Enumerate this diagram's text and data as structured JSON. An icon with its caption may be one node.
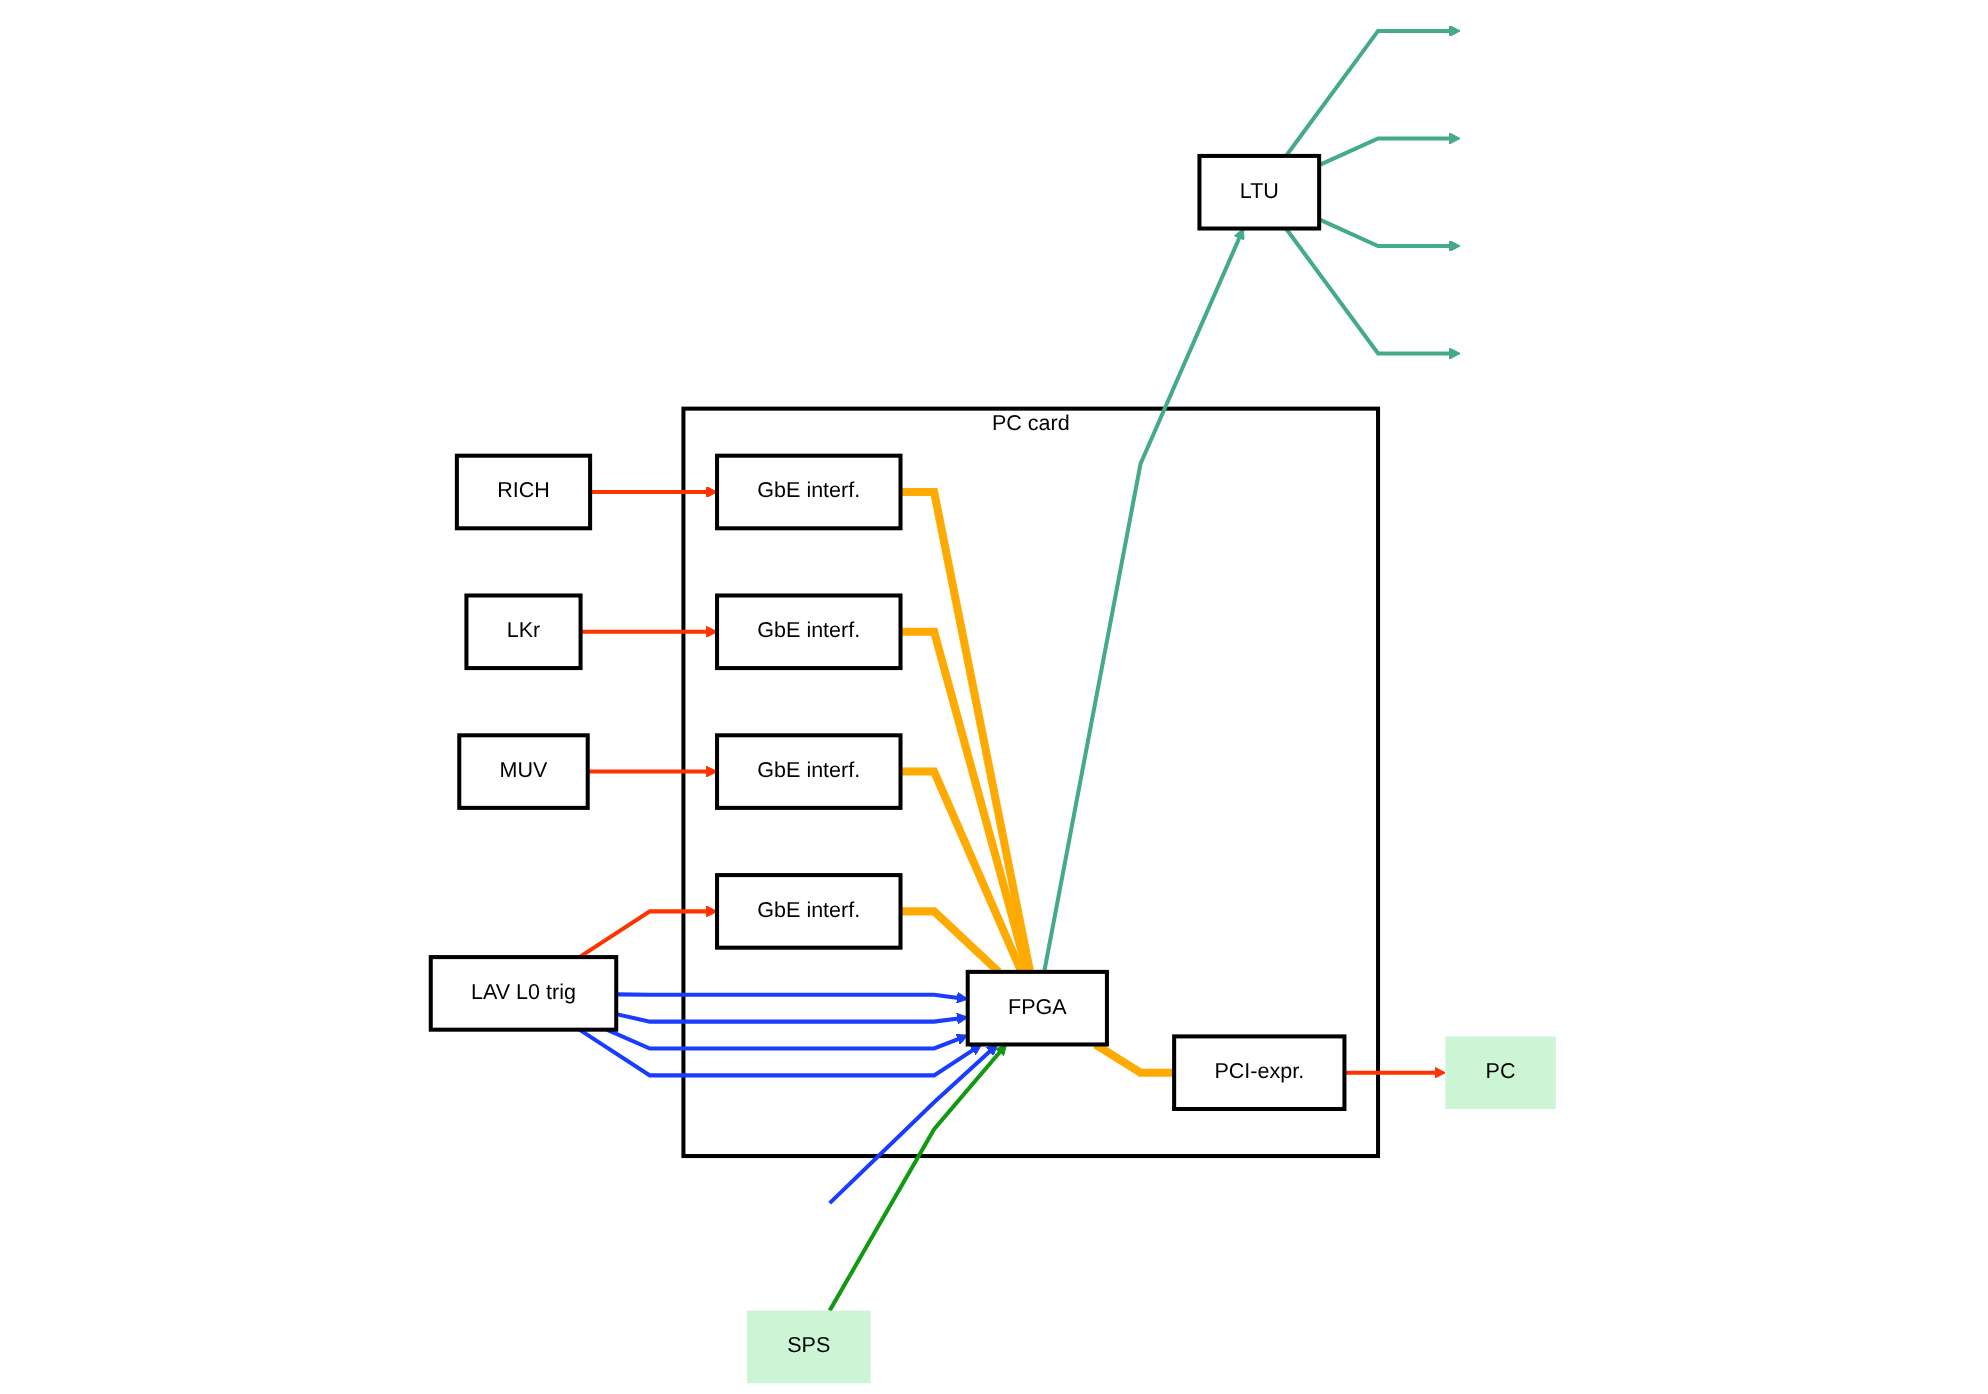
{
  "diagram": {
    "nodes": [
      {
        "text": [
          "PC card"
        ]
      },
      {
        "text": [
          "RICH"
        ]
      },
      {
        "text": [
          "LKr"
        ]
      },
      {
        "text": [
          "MUV"
        ]
      },
      {
        "text": [
          "LAV L0 trig"
        ]
      },
      {
        "text": [
          "GbE interf."
        ],
        "in": 0
      },
      {
        "text": [
          "GbE interf."
        ],
        "in": 0
      },
      {
        "text": [
          "GbE interf."
        ],
        "in": 0
      },
      {
        "text": [
          "GbE interf."
        ],
        "in": 0
      },
      {
        "text": [
          "FPGA"
        ],
        "in": 0
      },
      {
        "text": [
          "PCI-expr."
        ],
        "in": 0
      },
      {
        "text": [
          "LTU"
        ]
      },
      {
        "text": [
          "SPS"
        ]
      },
      {
        "text": [
          "PC"
        ]
      }
    ],
    "edges": [
      {
        "from": 1,
        "to": 5,
        "arrow": "to",
        "color": "#ff3300"
      },
      {
        "from": 2,
        "to": 6,
        "arrow": "to",
        "color": "#ff3300"
      },
      {
        "from": 3,
        "to": 7,
        "arrow": "to",
        "color": "#ff3300"
      },
      {
        "from": 4,
        "to": 8,
        "arrow": "to",
        "color": "#ff3300"
      },
      {
        "from": 5,
        "to": 9,
        "arrow": "none",
        "style": "thick",
        "color": "#ffaa00"
      },
      {
        "from": 6,
        "to": 9,
        "arrow": "none",
        "style": "thick",
        "color": "#ffaa00"
      },
      {
        "from": 7,
        "to": 9,
        "arrow": "none",
        "style": "thick",
        "color": "#ffaa00"
      },
      {
        "from": 8,
        "to": 9,
        "arrow": "none",
        "style": "thick",
        "color": "#ffaa00"
      },
      {
        "from": 4,
        "to": 9,
        "arrow": "to",
        "color": "#1a3cff"
      },
      {
        "from": 4,
        "to": 9,
        "arrow": "to",
        "color": "#1a3cff"
      },
      {
        "from": 4,
        "to": 9,
        "arrow": "to",
        "color": "#1a3cff"
      },
      {
        "from": 4,
        "to": 9,
        "arrow": "to",
        "color": "#1a3cff"
      },
      {
        "from": null,
        "to": 9,
        "arrow": "to",
        "color": "#1a3cff"
      },
      {
        "from": 9,
        "to": 11,
        "arrow": "to",
        "color": "#44aa88"
      },
      {
        "from": 12,
        "to": 9,
        "arrow": "to",
        "color": "#119911"
      },
      {
        "from": 9,
        "to": 10,
        "arrow": "none",
        "style": "thick",
        "color": "#ffaa00"
      },
      {
        "from": 10,
        "to": 13,
        "arrow": "to",
        "color": "#ff3300"
      },
      {
        "from": 11,
        "to": null,
        "arrow": "to",
        "color": "#44aa88"
      },
      {
        "from": 11,
        "to": null,
        "arrow": "to",
        "color": "#44aa88"
      },
      {
        "from": 11,
        "to": null,
        "arrow": "to",
        "color": "#44aa88"
      },
      {
        "from": 11,
        "to": null,
        "arrow": "to",
        "color": "#44aa88"
      }
    ]
  }
}
